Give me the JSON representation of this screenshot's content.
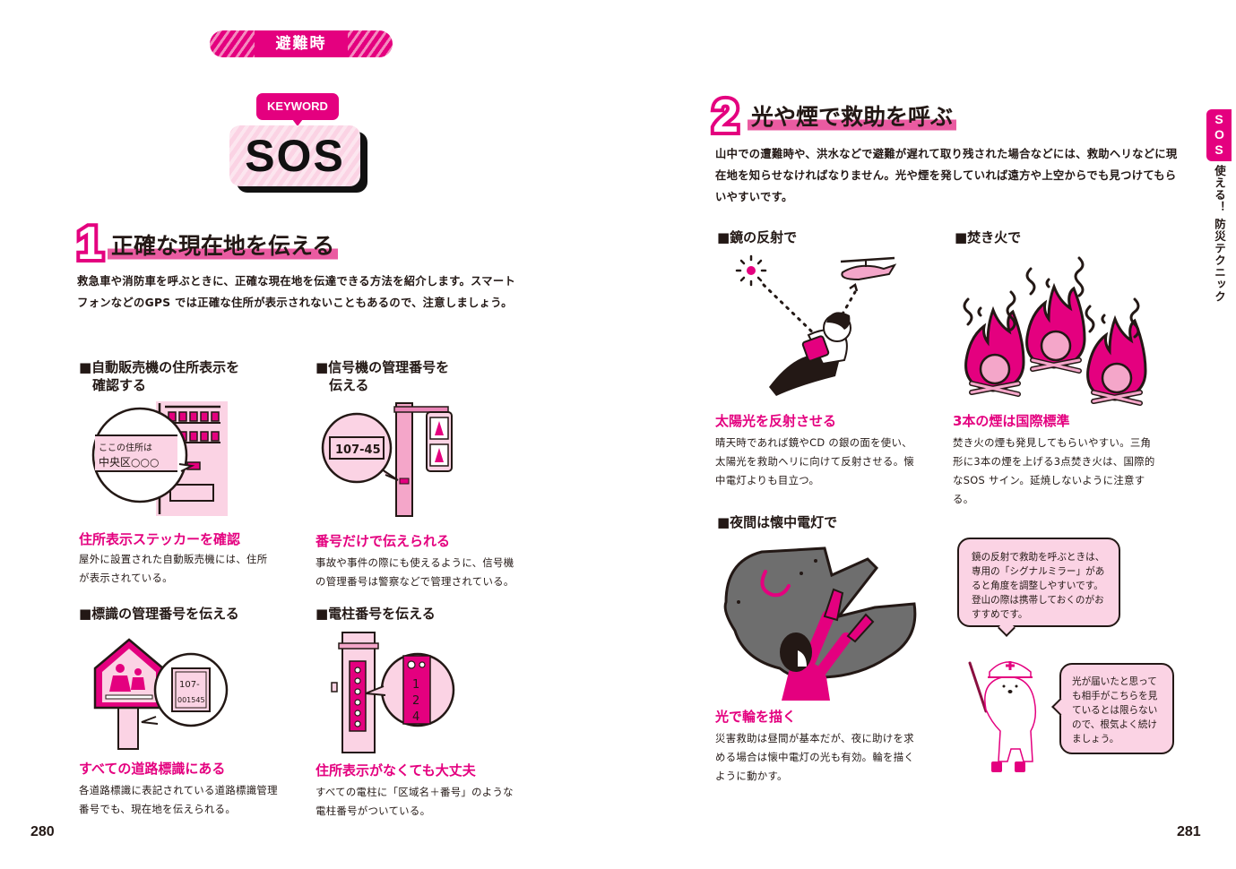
{
  "left_page": {
    "category_tab": "避難時",
    "keyword": {
      "tag": "KEYWORD",
      "word": "SOS"
    },
    "section1": {
      "number": "1",
      "title": "正確な現在地を伝える",
      "lead": "救急車や消防車を呼ぶときに、正確な現在地を伝達できる方法を紹介します。スマートフォンなどのGPS では正確な住所が表示されないこともあるので、注意しましょう。",
      "items": [
        {
          "heading_line1": "■自動販売機の住所表示を",
          "heading_line2": "確認する",
          "illustration_text_line1": "ここの住所は",
          "illustration_text_line2": "中央区○○○",
          "caption_title": "住所表示ステッカーを確認",
          "caption_body": "屋外に設置された自動販売機には、住所が表示されている。"
        },
        {
          "heading_line1": "■信号機の管理番号を",
          "heading_line2": "伝える",
          "illustration_text_line1": "107-45",
          "caption_title": "番号だけで伝えられる",
          "caption_body": "事故や事件の際にも使えるように、信号機の管理番号は警察などで管理されている。"
        },
        {
          "heading_line1": "■標識の管理番号を伝える",
          "illustration_text_line1": "107-",
          "illustration_text_line2": "001545",
          "caption_title": "すべての道路標識にある",
          "caption_body": "各道路標識に表記されている道路標識管理番号でも、現在地を伝えられる。"
        },
        {
          "heading_line1": "■電柱番号を伝える",
          "illustration_text_line1": "1",
          "illustration_text_line2": "2",
          "illustration_text_line3": "4",
          "caption_title": "住所表示がなくても大丈夫",
          "caption_body": "すべての電柱に「区域名＋番号」のような電柱番号がついている。"
        }
      ]
    },
    "page_number": "280"
  },
  "right_page": {
    "section2": {
      "number": "2",
      "title": "光や煙で救助を呼ぶ",
      "lead": "山中での遭難時や、洪水などで避難が遅れて取り残された場合などには、救助ヘリなどに現在地を知らせなければなりません。光や煙を発していれば遠方や上空からでも見つけてもらいやすいです。",
      "items": [
        {
          "heading": "■鏡の反射で",
          "caption_title": "太陽光を反射させる",
          "caption_body": "晴天時であれば鏡やCD の銀の面を使い、太陽光を救助ヘリに向けて反射させる。懐中電灯よりも目立つ。"
        },
        {
          "heading": "■焚き火で",
          "caption_title": "3本の煙は国際標準",
          "caption_body": "焚き火の煙も発見してもらいやすい。三角形に3本の煙を上げる3点焚き火は、国際的なSOS サイン。延焼しないように注意する。"
        },
        {
          "heading": "■夜間は懐中電灯で",
          "caption_title": "光で輪を描く",
          "caption_body": "災害救助は昼間が基本だが、夜に助けを求める場合は懐中電灯の光も有効。輪を描くように動かす。"
        }
      ],
      "tips": [
        "鏡の反射で救助を呼ぶときは、専用の「シグナルミラー」があると角度を調整しやすいです。登山の際は携帯しておくのがおすすめです。",
        "光が届いたと思っても相手がこちらを見ているとは限らないので、根気よく続けましょう。"
      ]
    },
    "side_tab": {
      "label": "SOS",
      "chapter": "使える！ 防災テクニック"
    },
    "page_number": "281"
  },
  "colors": {
    "accent_magenta": "#e4007f",
    "light_pink": "#fbd3e4",
    "highlight_pink": "#ea5ba1",
    "text": "#231815",
    "rock_gray": "#6e6e6e"
  }
}
